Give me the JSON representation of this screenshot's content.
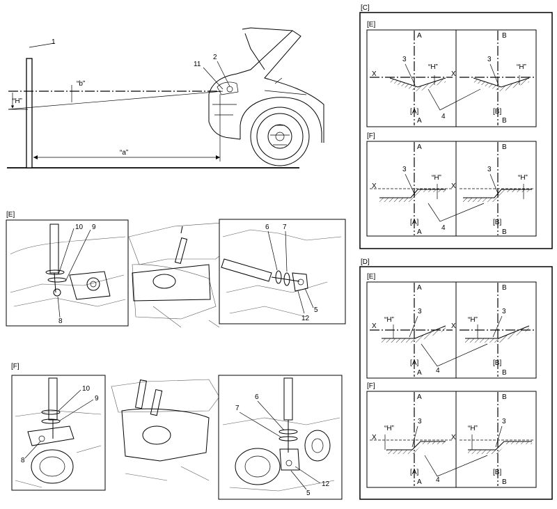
{
  "labels": {
    "c": "[C]",
    "d": "[D]",
    "e": "[E]",
    "f": "[F]",
    "a_bracket": "[A]",
    "b_bracket": "[B]",
    "A": "A",
    "B": "B",
    "X": "X",
    "H": "“H”",
    "a": "“a”",
    "b": "“b”",
    "n1": "1",
    "n2": "2",
    "n3": "3",
    "n4": "4",
    "n5": "5",
    "n6": "6",
    "n7": "7",
    "n8": "8",
    "n9": "9",
    "n10": "10",
    "n11": "11",
    "n12": "12"
  }
}
